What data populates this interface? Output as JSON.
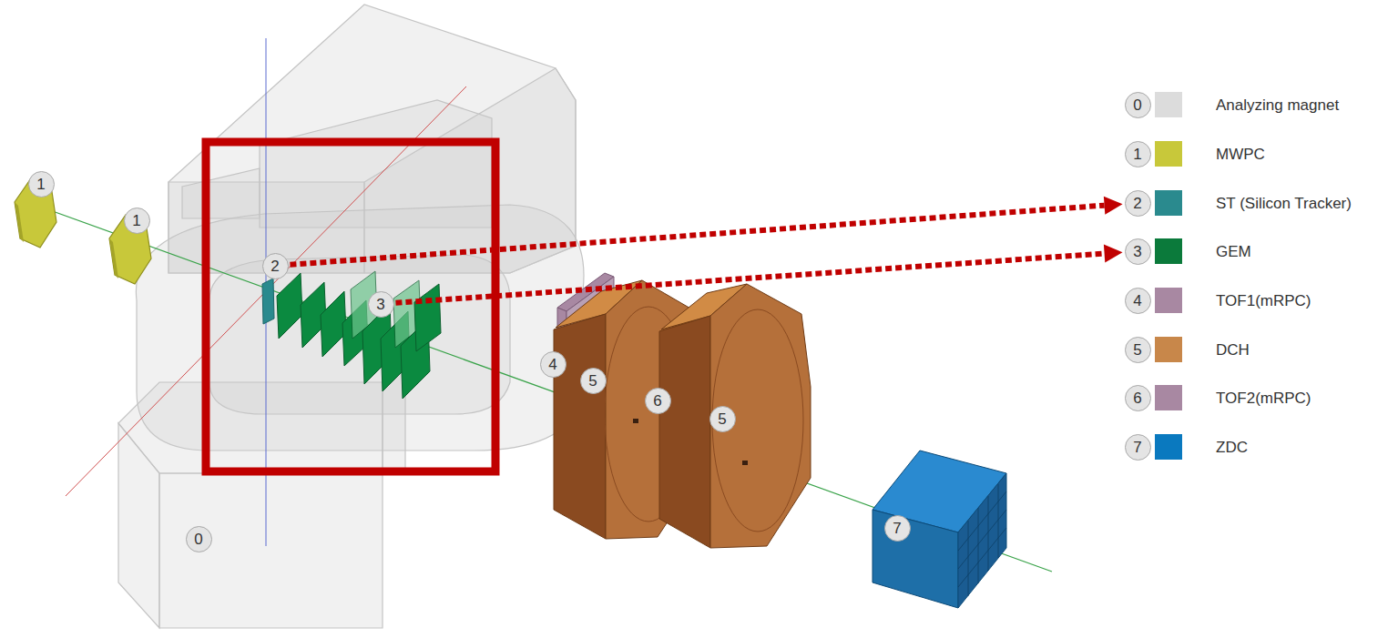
{
  "diagram": {
    "nodes": [
      {
        "text": [
          "1"
        ]
      },
      {
        "text": [
          "1"
        ]
      },
      {
        "text": [
          "2"
        ]
      },
      {
        "text": [
          "3"
        ]
      },
      {
        "text": [
          "4"
        ]
      },
      {
        "text": [
          "5"
        ]
      },
      {
        "text": [
          "6"
        ]
      },
      {
        "text": [
          "5"
        ]
      },
      {
        "text": [
          "7"
        ]
      },
      {
        "text": [
          "0"
        ]
      },
      {
        "text": [
          "0"
        ]
      },
      {
        "text": [
          "1"
        ]
      },
      {
        "text": [
          "2"
        ]
      },
      {
        "text": [
          "3"
        ]
      },
      {
        "text": [
          "4"
        ]
      },
      {
        "text": [
          "5"
        ]
      },
      {
        "text": [
          "6"
        ]
      },
      {
        "text": [
          "7"
        ]
      }
    ],
    "edges": [
      {
        "from": 2,
        "to": 12,
        "arrow": "to"
      },
      {
        "from": 3,
        "to": 13,
        "arrow": "to"
      }
    ],
    "legend": [
      {
        "text": "Analyzing magnet",
        "color": "#dcdcdc"
      },
      {
        "text": "MWPC",
        "color": "#c8c83a"
      },
      {
        "text": "ST (Silicon Tracker)",
        "color": "#2a8a8e"
      },
      {
        "text": "GEM",
        "color": "#0b7a3b"
      },
      {
        "text": "TOF1(mRPC)",
        "color": "#a888a2"
      },
      {
        "text": "DCH",
        "color": "#c8874a"
      },
      {
        "text": "TOF2(mRPC)",
        "color": "#a888a2"
      },
      {
        "text": "ZDC",
        "color": "#0a79bf"
      }
    ]
  }
}
